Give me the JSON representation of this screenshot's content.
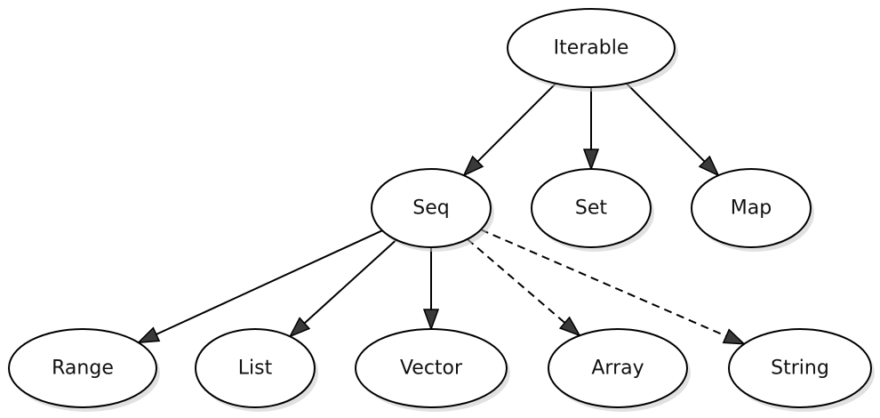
{
  "diagram": {
    "nodes": {
      "iterable": "Iterable",
      "seq": "Seq",
      "set": "Set",
      "map": "Map",
      "range": "Range",
      "list": "List",
      "vector": "Vector",
      "array": "Array",
      "string": "String"
    },
    "edges": [
      {
        "from": "iterable",
        "to": "seq",
        "style": "solid"
      },
      {
        "from": "iterable",
        "to": "set",
        "style": "solid"
      },
      {
        "from": "iterable",
        "to": "map",
        "style": "solid"
      },
      {
        "from": "seq",
        "to": "range",
        "style": "solid"
      },
      {
        "from": "seq",
        "to": "list",
        "style": "solid"
      },
      {
        "from": "seq",
        "to": "vector",
        "style": "solid"
      },
      {
        "from": "seq",
        "to": "array",
        "style": "dashed"
      },
      {
        "from": "seq",
        "to": "string",
        "style": "dashed"
      }
    ],
    "colors": {
      "node_fill": "#ffffff",
      "node_stroke": "#000000",
      "arrowhead_fill": "#3a3a3a"
    }
  }
}
